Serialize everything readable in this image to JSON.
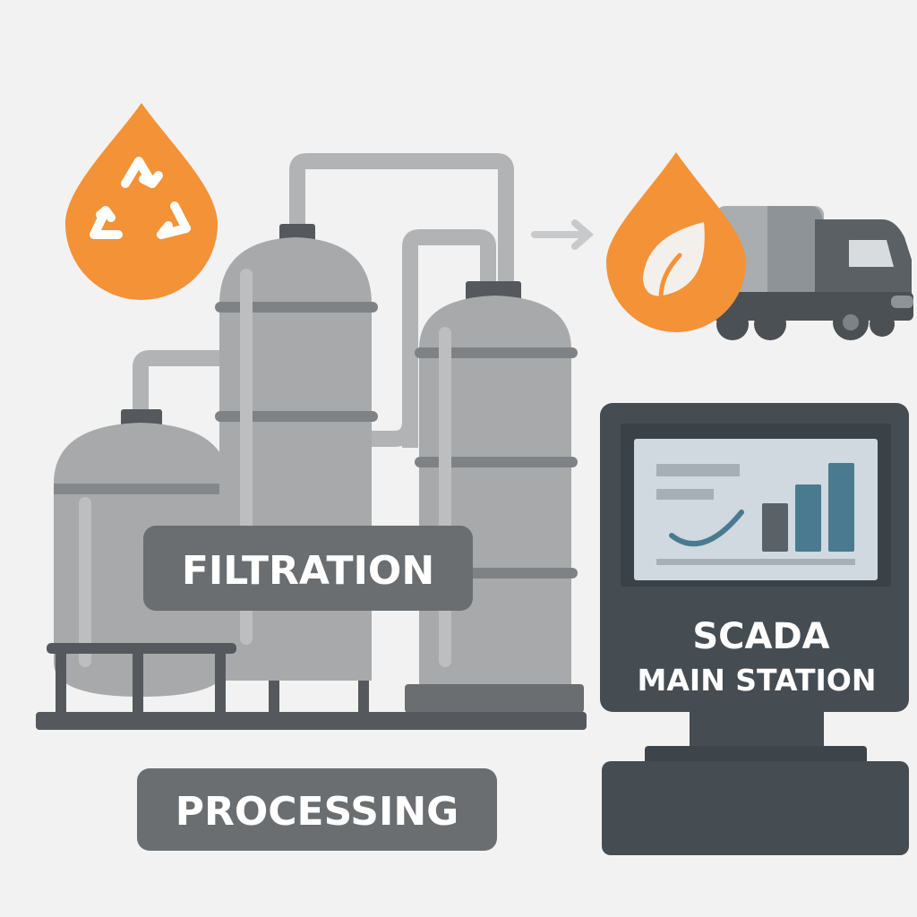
{
  "labels": {
    "filtration": "FILTRATION",
    "processing": "PROCESSING",
    "scada_line1": "SCADA",
    "scada_line2": "MAIN STATION"
  },
  "icons": {
    "left_drop": "recycle-icon",
    "right_drop": "leaf-icon",
    "flow": "arrow-right-icon",
    "vehicle": "tanker-truck-icon",
    "monitor": "monitor-icon"
  },
  "colors": {
    "background": "#f2f2f2",
    "accent_orange": "#f39237",
    "tank_gray": "#a7a9ab",
    "dark_gray": "#454d53",
    "label_gray": "#6b6e71",
    "screen": "#cfd9df",
    "chart_teal": "#4a7a8f"
  },
  "screen_chart": {
    "type": "bar",
    "values": [
      54,
      75,
      99
    ]
  }
}
